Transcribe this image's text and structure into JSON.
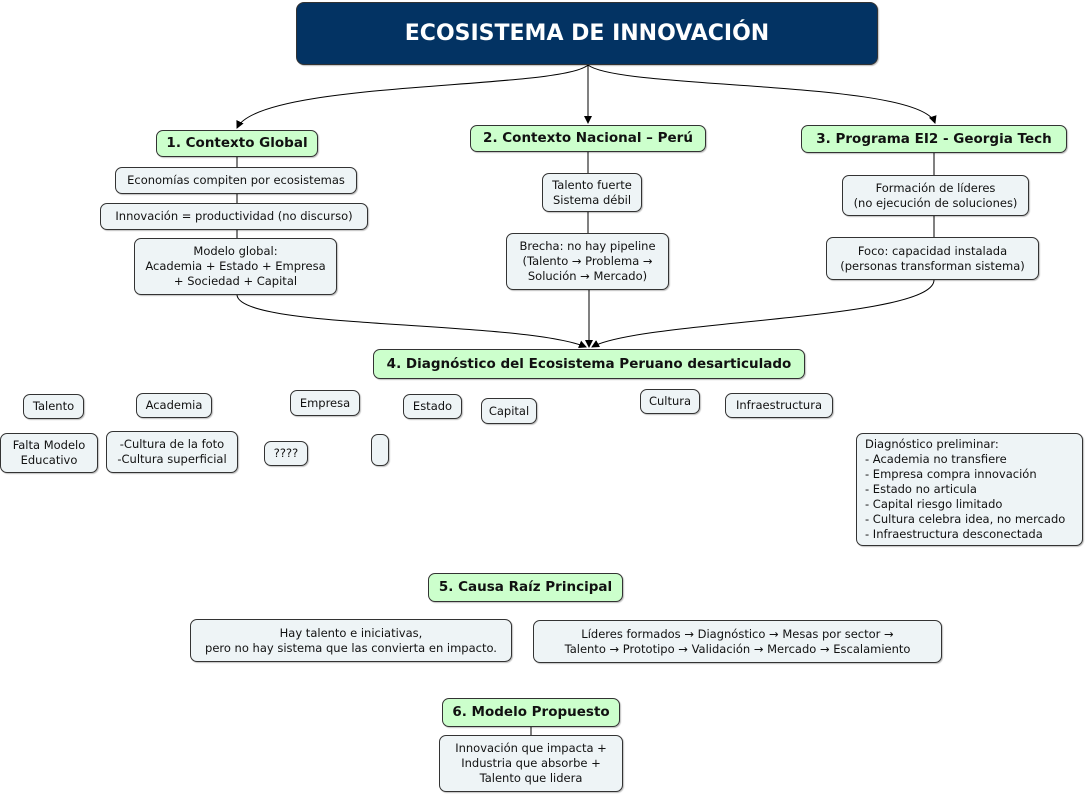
{
  "title": "ECOSISTEMA DE INNOVACIÓN",
  "sections": {
    "s1": {
      "label": "1. Contexto Global",
      "items": [
        "Economías compiten por ecosistemas",
        "Innovación = productividad (no discurso)",
        "Modelo global:\nAcademia + Estado + Empresa\n+ Sociedad + Capital"
      ]
    },
    "s2": {
      "label": "2. Contexto Nacional – Perú",
      "items": [
        "Talento fuerte\nSistema débil",
        "Brecha: no hay pipeline\n (Talento → Problema →\nSolución → Mercado)"
      ]
    },
    "s3": {
      "label": "3. Programa EI2 - Georgia Tech",
      "items": [
        "Formación de líderes\n(no ejecución de soluciones)",
        "Foco: capacidad instalada\n(personas transforman sistema)"
      ]
    },
    "s4": {
      "label": "4. Diagnóstico del Ecosistema Peruano desarticulado",
      "actors": [
        "Talento",
        "Academia",
        "Empresa",
        "Estado",
        "Capital",
        "Cultura",
        "Infraestructura"
      ],
      "notes": [
        "Falta Modelo\nEducativo",
        "-Cultura de la foto\n-Cultura superficial",
        "????",
        ""
      ],
      "diagnosis": "Diagnóstico preliminar:\n- Academia no transfiere\n- Empresa compra innovación\n - Estado no articula\n- Capital riesgo limitado\n- Cultura celebra idea, no mercado\n- Infraestructura desconectada"
    },
    "s5": {
      "label": "5. Causa Raíz Principal",
      "items": [
        "Hay talento e iniciativas,\npero no hay sistema que las convierta en impacto.",
        "Líderes formados → Diagnóstico → Mesas por sector →\nTalento → Prototipo → Validación → Mercado → Escalamiento"
      ]
    },
    "s6": {
      "label": "6. Modelo Propuesto",
      "items": [
        "Innovación que impacta +\nIndustria que absorbe +\nTalento que lidera"
      ]
    }
  },
  "colors": {
    "title_bg": "#033363",
    "header_bg": "#ccffcc",
    "node_bg": "#eef4f6"
  }
}
